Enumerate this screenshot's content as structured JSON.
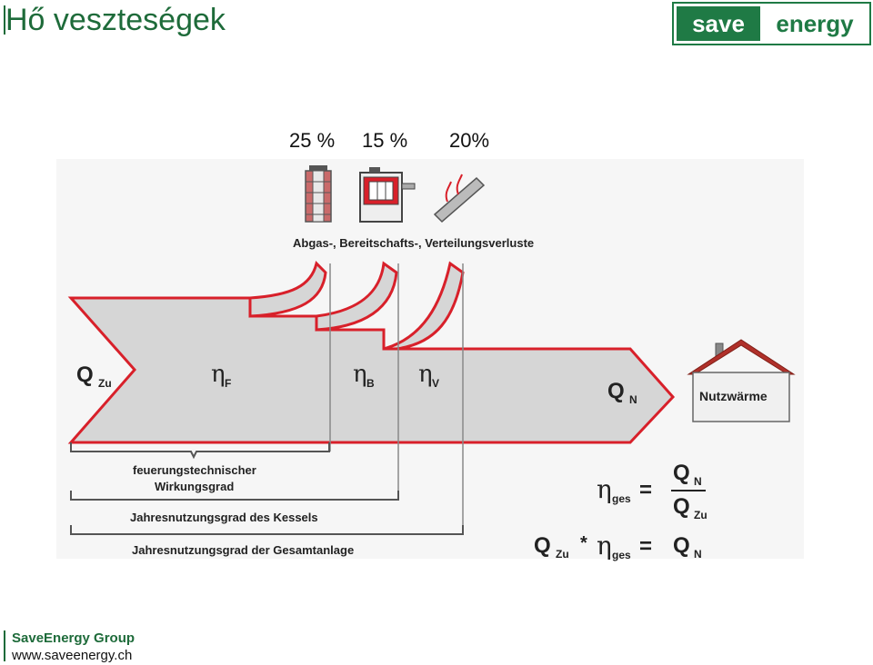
{
  "title": "Hő veszteségek",
  "logo": {
    "part1": "save",
    "part2": "energy",
    "color": "#1f7a45"
  },
  "percentages": [
    "25 %",
    "15 %",
    "20%"
  ],
  "diagram": {
    "loss_caption": "Abgas-, Bereitschafts-, Verteilungsverluste",
    "q_in": "Q",
    "q_in_sub": "Zu",
    "eta": "η",
    "eta_f_sub": "F",
    "eta_b_sub": "B",
    "eta_v_sub": "V",
    "q_out": "Q",
    "q_out_sub": "N",
    "house_label": "Nutzwärme",
    "bracket1_line1": "feuerungstechnischer",
    "bracket1_line2": "Wirkungsgrad",
    "bracket2": "Jahresnutzungsgrad des Kessels",
    "bracket3": "Jahresnutzungsgrad der Gesamtanlage",
    "formula_eta_sub": "ges",
    "formula_equals": "=",
    "formula_num": "Q",
    "formula_num_sub": "N",
    "formula_den": "Q",
    "formula_den_sub": "Zu",
    "formula2_star": "*",
    "arrow_fill": "#d6d6d6",
    "outline_color": "#d8202a"
  },
  "footer": {
    "company": "SaveEnergy Group",
    "url": "www.saveenergy.ch"
  }
}
